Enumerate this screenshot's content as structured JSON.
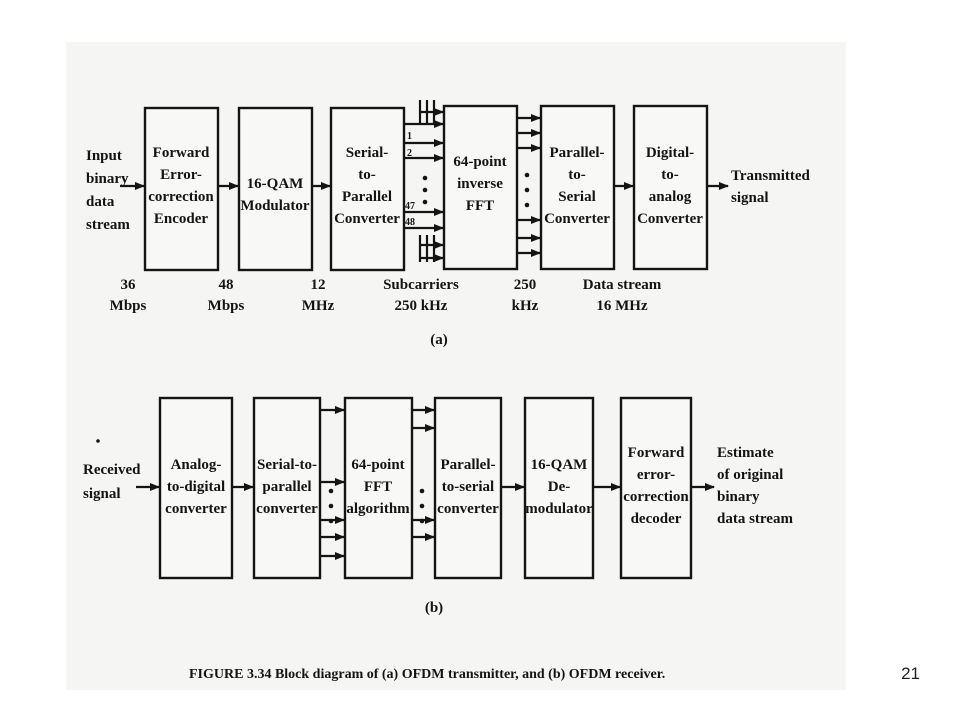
{
  "transmitter": {
    "input_label": [
      "Input",
      "binary",
      "data",
      "stream"
    ],
    "blocks": [
      [
        "Forward",
        "Error-",
        "correction",
        "Encoder"
      ],
      [
        "16-QAM",
        "Modulator"
      ],
      [
        "Serial-",
        "to-",
        "Parallel",
        "Converter"
      ],
      [
        "64-point",
        "inverse",
        "FFT"
      ],
      [
        "Parallel-",
        "to-",
        "Serial",
        "Converter"
      ],
      [
        "Digital-",
        "to-",
        "analog",
        "Converter"
      ]
    ],
    "output_label": [
      "Transmitted",
      "signal"
    ],
    "subcarrier_indices": [
      "1",
      "2",
      "47",
      "48"
    ],
    "rates": [
      [
        "36",
        "Mbps"
      ],
      [
        "48",
        "Mbps"
      ],
      [
        "12",
        "MHz"
      ],
      [
        "Subcarriers",
        "250 kHz"
      ],
      [
        "250",
        "kHz"
      ],
      [
        "Data stream",
        "16 MHz"
      ]
    ],
    "caption": "(a)"
  },
  "receiver": {
    "input_label": [
      "Received",
      "signal"
    ],
    "blocks": [
      [
        "Analog-",
        "to-digital",
        "converter"
      ],
      [
        "Serial-to-",
        "parallel",
        "converter"
      ],
      [
        "64-point",
        "FFT",
        "algorithm"
      ],
      [
        "Parallel-",
        "to-serial",
        "converter"
      ],
      [
        "16-QAM",
        "De-",
        "modulator"
      ],
      [
        "Forward",
        "error-",
        "correction",
        "decoder"
      ]
    ],
    "output_label": [
      "Estimate",
      "of original",
      "binary",
      "data stream"
    ],
    "caption": "(b)"
  },
  "figure_caption": "FIGURE 3.34  Block diagram of (a) OFDM transmitter, and (b) OFDM receiver.",
  "page_number": "21"
}
